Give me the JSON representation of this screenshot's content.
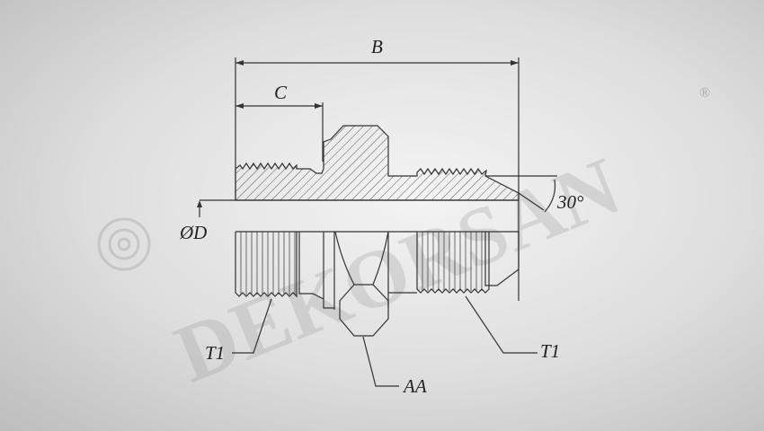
{
  "diagram": {
    "labels": {
      "B": "B",
      "C": "C",
      "D": "ØD",
      "angle": "30°",
      "t1_left": "T1",
      "t1_right": "T1",
      "aa": "AA"
    },
    "watermark": {
      "text": "DEKORSAN",
      "registered": "®"
    }
  }
}
